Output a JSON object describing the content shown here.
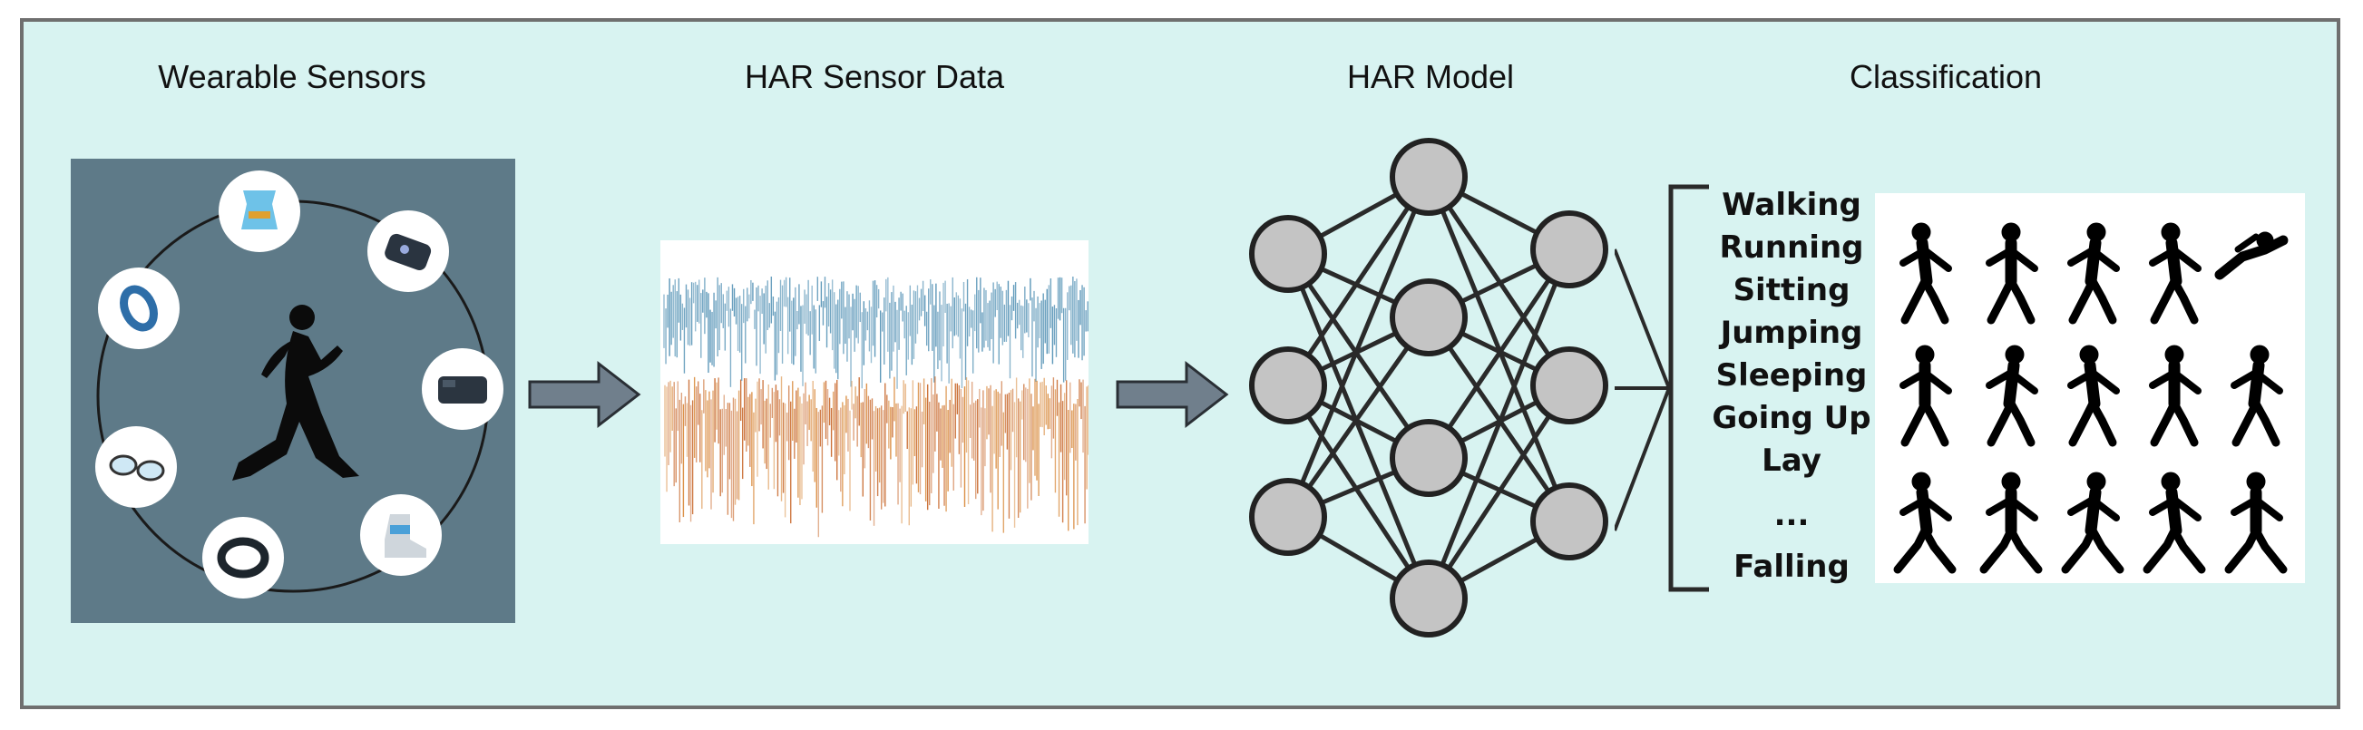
{
  "stages": {
    "sensors": {
      "title": "Wearable Sensors"
    },
    "data": {
      "title": "HAR Sensor Data"
    },
    "model": {
      "title": "HAR Model"
    },
    "classification": {
      "title": "Classification",
      "activities": [
        "Walking",
        "Running",
        "Sitting",
        "Jumping",
        "Sleeping",
        "Going Up",
        "Lay",
        "...",
        "Falling"
      ]
    }
  },
  "colors": {
    "background": "#d8f3f1",
    "frame": "#6f6f6f",
    "sensor_panel": "#5e7a88",
    "arrow": "#707f8c",
    "node_fill": "#c4c4c4",
    "node_stroke": "#222222",
    "signal_blue": "#4f8fb3",
    "signal_orange": "#d98a3c"
  },
  "icons": [
    "sensor-vest-icon",
    "smartwatch-icon",
    "vr-headset-icon",
    "ankle-sensor-icon",
    "fitness-band-icon",
    "smart-glasses-icon",
    "smart-ring-icon",
    "runner-silhouette-icon"
  ]
}
